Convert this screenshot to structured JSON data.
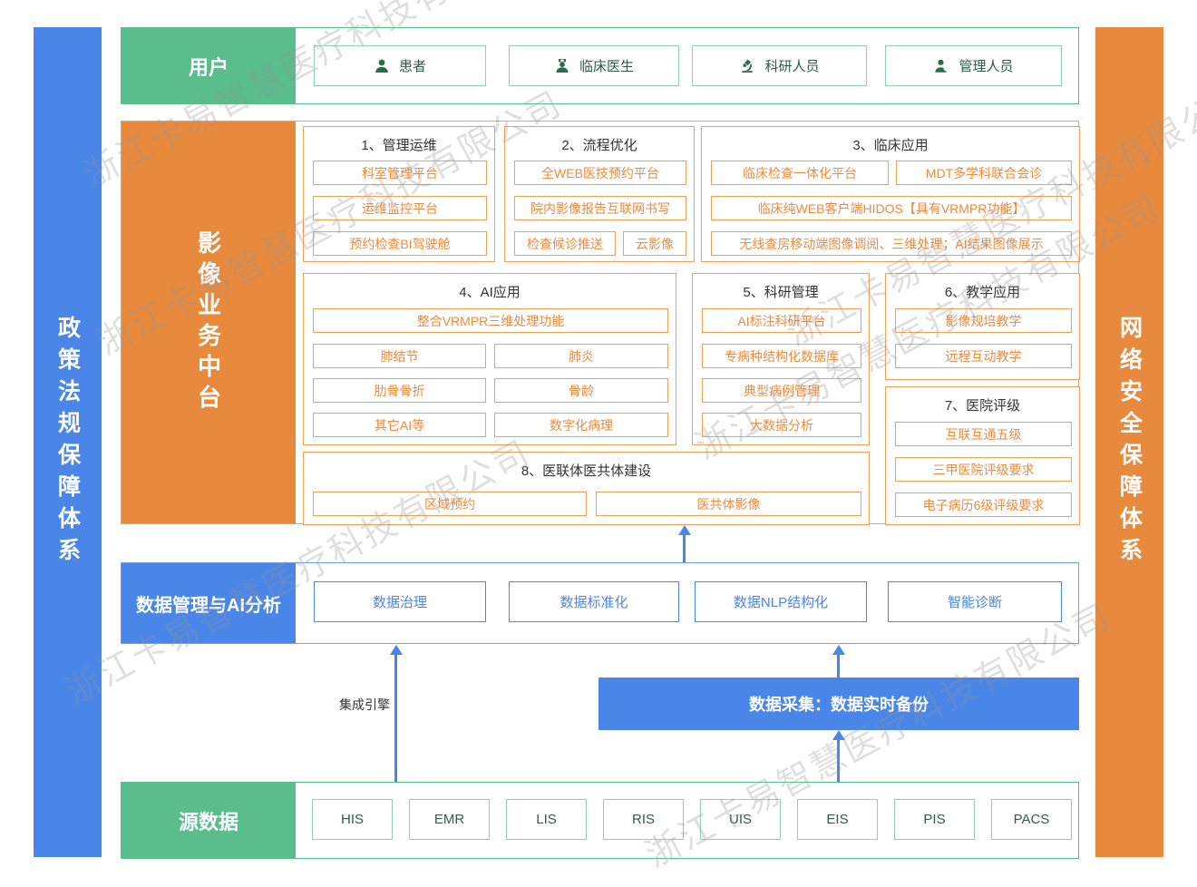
{
  "watermark": {
    "text": "浙江卡易智慧医疗科技有限公司"
  },
  "left_bar": {
    "label": "政策法规保障体系"
  },
  "right_bar": {
    "label": "网络安全保障体系"
  },
  "users": {
    "label": "用户",
    "items": [
      {
        "label": "患者",
        "icon": "patient-icon"
      },
      {
        "label": "临床医生",
        "icon": "doctor-icon"
      },
      {
        "label": "科研人员",
        "icon": "microscope-icon"
      },
      {
        "label": "管理人员",
        "icon": "admin-icon"
      }
    ]
  },
  "platform": {
    "label": "影像业务中台",
    "sections": {
      "s1": {
        "title": "1、管理运维",
        "items": [
          "科室管理平台",
          "运维监控平台",
          "预约检查BI驾驶舱"
        ]
      },
      "s2": {
        "title": "2、流程优化",
        "items": [
          "全WEB医技预约平台",
          "院内影像报告互联网书写",
          "检查候诊推送",
          "云影像"
        ]
      },
      "s3": {
        "title": "3、临床应用",
        "items": [
          "临床检查一体化平台",
          "MDT多学科联合会诊",
          "临床纯WEB客户端HIDOS【具有VRMPR功能】",
          "无线查房移动端图像调阅、三维处理；AI结果图像展示"
        ]
      },
      "s4": {
        "title": "4、AI应用",
        "items": [
          "整合VRMPR三维处理功能",
          "肺结节",
          "肺炎",
          "肋骨骨折",
          "骨龄",
          "其它AI等",
          "数字化病理"
        ]
      },
      "s5": {
        "title": "5、科研管理",
        "items": [
          "AI标注科研平台",
          "专病种结构化数据库",
          "典型病例管理",
          "大数据分析"
        ]
      },
      "s6": {
        "title": "6、教学应用",
        "items": [
          "影像规培教学",
          "远程互动教学"
        ]
      },
      "s7": {
        "title": "7、医院评级",
        "items": [
          "互联互通五级",
          "三甲医院评级要求",
          "电子病历6级评级要求"
        ]
      },
      "s8": {
        "title": "8、医联体医共体建设",
        "items": [
          "区域预约",
          "医共体影像"
        ]
      }
    }
  },
  "data_mgmt": {
    "label": "数据管理与AI分析",
    "items": [
      "数据治理",
      "数据标准化",
      "数据NLP结构化",
      "智能诊断"
    ]
  },
  "integration": {
    "label": "集成引擎"
  },
  "collection": {
    "label": "数据采集：数据实时备份"
  },
  "source": {
    "label": "源数据",
    "items": [
      "HIS",
      "EMR",
      "LIS",
      "RIS",
      "UIS",
      "EIS",
      "PIS",
      "PACS"
    ]
  },
  "colors": {
    "green": "#5abd8c",
    "orange": "#e78a3e",
    "blue": "#4a86e8",
    "orange_border": "#f0a057",
    "green_border": "#8fd2ae",
    "dark_green": "#2a6b4a"
  }
}
